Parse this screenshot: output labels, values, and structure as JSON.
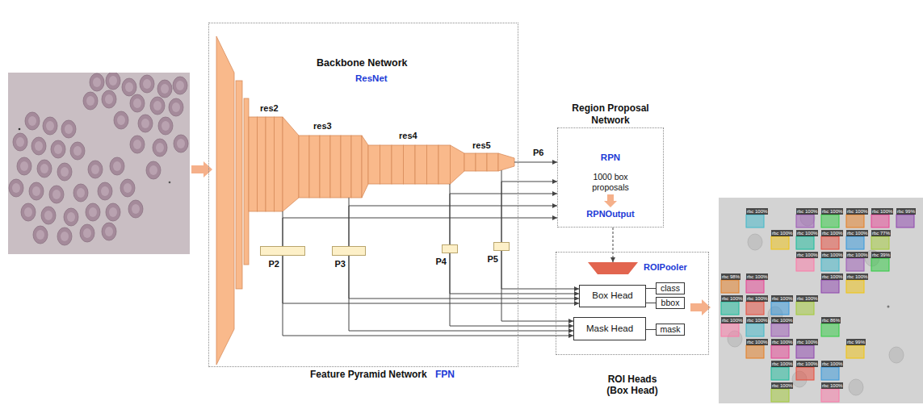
{
  "diagram": {
    "nodes": [
      {
        "text": [
          "Feature Pyramid Network",
          "FPN"
        ]
      },
      {
        "text": [
          "P2"
        ],
        "in": 0
      },
      {
        "text": [
          "P3"
        ],
        "in": 0
      },
      {
        "text": [
          "P4"
        ],
        "in": 0
      },
      {
        "text": [
          "P5"
        ],
        "in": 0
      },
      {
        "text": [
          "Region Proposal Network",
          "RPN",
          "1000 box proposals",
          "RPNOutput"
        ]
      },
      {
        "text": [
          "ROI Heads (Box Head)"
        ]
      },
      {
        "text": [
          "ROIPooler"
        ],
        "in": 6
      },
      {
        "text": [
          "Box Head"
        ],
        "in": 6
      },
      {
        "text": [
          "class"
        ],
        "in": 6
      },
      {
        "text": [
          "bbox"
        ],
        "in": 6
      },
      {
        "text": [
          "Mask Head"
        ],
        "in": 6
      },
      {
        "text": [
          "mask"
        ],
        "in": 6
      }
    ],
    "edges": [
      {
        "from": 1,
        "to": 5,
        "arrow": "to"
      },
      {
        "from": 2,
        "to": 5,
        "arrow": "to"
      },
      {
        "from": 3,
        "to": 5,
        "arrow": "to"
      },
      {
        "from": 4,
        "to": 5,
        "arrow": "to"
      },
      {
        "from": 1,
        "to": 8,
        "arrow": "to"
      },
      {
        "from": 2,
        "to": 8,
        "arrow": "to"
      },
      {
        "from": 3,
        "to": 8,
        "arrow": "to"
      },
      {
        "from": 4,
        "to": 8,
        "arrow": "to"
      },
      {
        "from": 1,
        "to": 11,
        "arrow": "to"
      },
      {
        "from": 2,
        "to": 11,
        "arrow": "to"
      },
      {
        "from": 3,
        "to": 11,
        "arrow": "to"
      },
      {
        "from": 4,
        "to": 11,
        "arrow": "to"
      },
      {
        "from": 5,
        "to": 7,
        "arrow": "to"
      },
      {
        "from": 8,
        "to": 9,
        "arrow": "none"
      },
      {
        "from": 8,
        "to": 10,
        "arrow": "none"
      },
      {
        "from": 11,
        "to": 12,
        "arrow": "none"
      }
    ],
    "labels": [
      "Backbone Network",
      "ResNet",
      "res2",
      "res3",
      "res4",
      "res5",
      "P6",
      "rbc 100%",
      "rbc 100%",
      "rbc 100%",
      "rbc 100%",
      "rbc 100%",
      "rbc 99%",
      "rbc 100%",
      "rbc 100%",
      "rbc 100%",
      "rbc 100%",
      "rbc 77%",
      "rbc 100%",
      "rbc 100%",
      "rbc 100%",
      "rbc 39%",
      "rbc 98%",
      "rbc 100%",
      "rbc 100%",
      "rbc 100%",
      "rbc 100%",
      "rbc 100%",
      "rbc 100%",
      "rbc 100%",
      "rbc 100%",
      "rbc 100%",
      "rbc 100%",
      "rbc 86%",
      "rbc 100%",
      "rbc 100%",
      "rbc 100%",
      "rbc 99%",
      "rbc 100%",
      "rbc 100%",
      "rbc 100%",
      "rbc 100%",
      "rbc 100%"
    ]
  }
}
